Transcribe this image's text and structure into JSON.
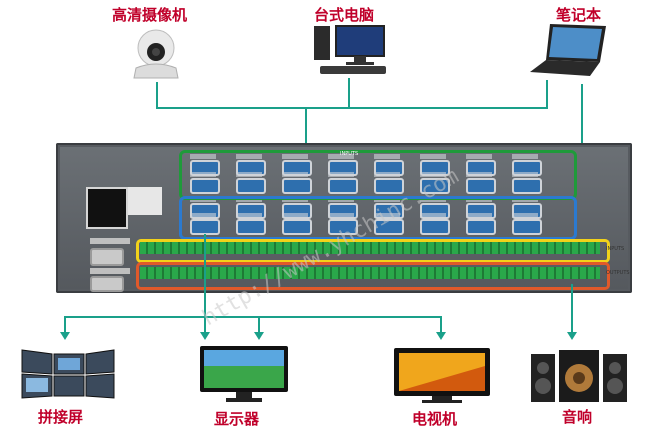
{
  "devices": {
    "camera": "高清摄像机",
    "desktop": "台式电脑",
    "laptop": "笔记本",
    "video_wall": "拼接屏",
    "monitor": "显示器",
    "tv": "电视机",
    "speaker": "音响"
  },
  "panel": {
    "inputs_label": "INPUTS",
    "inputs_short_label": "INPUTS",
    "outputs_label": "OUTPUTS"
  },
  "watermark": "http://www.yhchinc.com",
  "colors": {
    "label": "#c0002a",
    "line": "#1aa08a",
    "green_box": "#1f9a3a",
    "blue_box": "#2b7ad0",
    "yellow_box": "#f2d21a",
    "orange_box": "#e0592a"
  }
}
